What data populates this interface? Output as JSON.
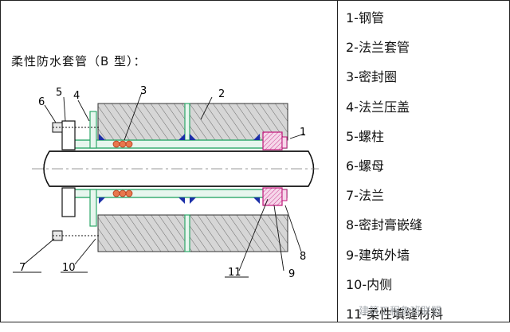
{
  "title": "柔性防水套管（B 型）：",
  "legend": [
    "1-钢管",
    "2-法兰套管",
    "3-密封圈",
    "4-法兰压盖",
    "5-螺柱",
    "6-螺母",
    "7-法兰",
    "8-密封膏嵌缝",
    "9-建筑外墙",
    "10-内侧",
    "11-柔性填缝材料"
  ],
  "callouts": [
    "1",
    "2",
    "3",
    "4",
    "5",
    "6",
    "7",
    "8",
    "9",
    "10",
    "11"
  ],
  "watermark": "建筑工程鲁班联盟",
  "colors": {
    "concrete_fill": "#d4d4d4",
    "sleeve_green": "#2ea86a",
    "seal_magenta": "#c0167a",
    "sealing_ring": "#d9552c",
    "blue_seal": "#1b2fa8"
  }
}
